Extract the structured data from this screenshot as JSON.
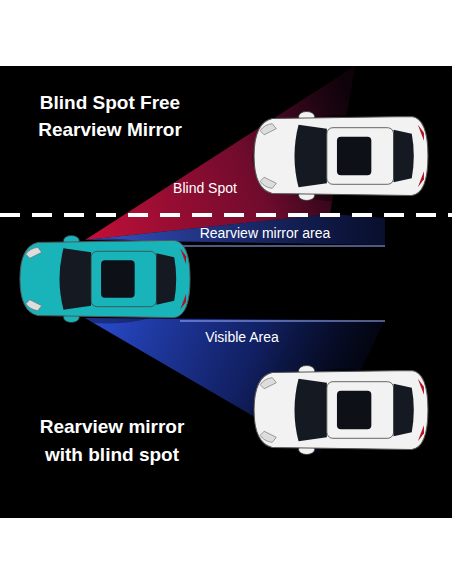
{
  "diagram": {
    "labels": [
      "Blind Spot Free Rearview Mirror",
      "Blind Spot",
      "Rearview mirror area",
      "Visible Area",
      "Rearview mirror with blind spot"
    ]
  }
}
